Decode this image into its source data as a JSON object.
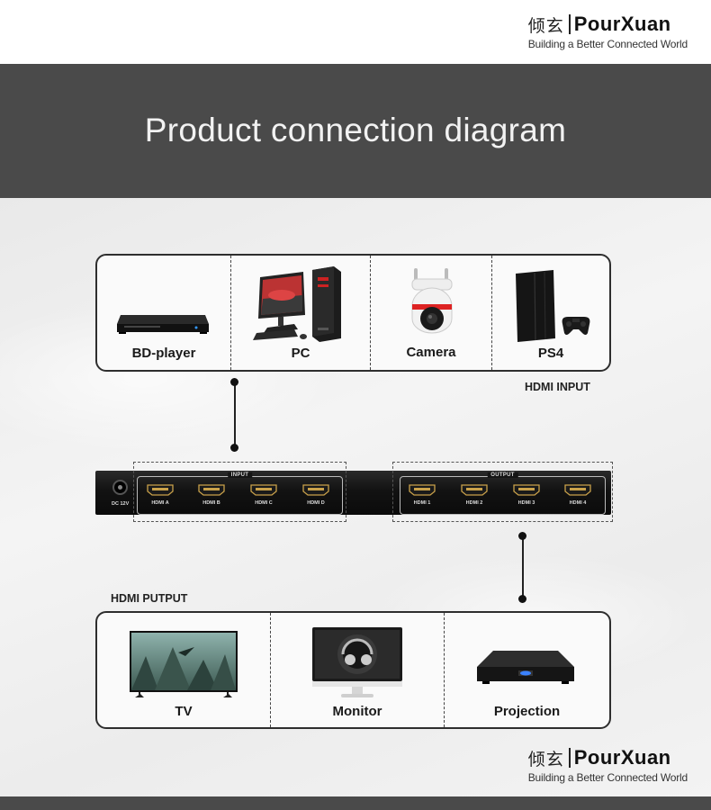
{
  "brand": {
    "cn_name": "倾玄",
    "en_name": "PourXuan",
    "tagline": "Building a Better Connected World"
  },
  "banner": {
    "title": "Product connection diagram"
  },
  "inputs": {
    "label": "HDMI INPUT",
    "devices": [
      {
        "name": "BD-player",
        "icon": "bd-player-icon"
      },
      {
        "name": "PC",
        "icon": "pc-icon"
      },
      {
        "name": "Camera",
        "icon": "camera-icon"
      },
      {
        "name": "PS4",
        "icon": "ps4-icon"
      }
    ]
  },
  "splitter": {
    "power_label": "DC 12V",
    "input_group": "INPUT",
    "output_group": "OUTPUT",
    "input_ports": [
      "HDMI A",
      "HDMI B",
      "HDMI C",
      "HDMI D"
    ],
    "output_ports": [
      "HDMI 1",
      "HDMI 2",
      "HDMI 3",
      "HDMI 4"
    ]
  },
  "outputs": {
    "label": "HDMI PUTPUT",
    "devices": [
      {
        "name": "TV",
        "icon": "tv-icon"
      },
      {
        "name": "Monitor",
        "icon": "monitor-icon"
      },
      {
        "name": "Projection",
        "icon": "projector-icon"
      }
    ]
  },
  "colors": {
    "banner_bg": "#4a4a4a",
    "banner_text": "#f2f2f2",
    "box_border": "#2e2e2e"
  }
}
